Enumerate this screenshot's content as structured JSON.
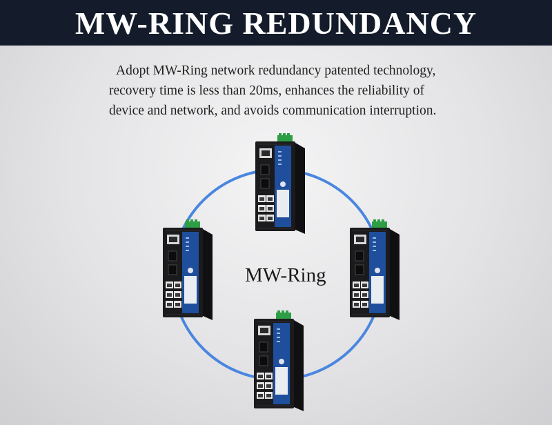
{
  "banner": {
    "title": "MW-RING REDUNDANCY"
  },
  "description": {
    "lines": [
      "Adopt MW-Ring network redundancy patented technology,",
      "recovery time is less than 20ms, enhances the reliability of",
      "device and network, and avoids communication interruption."
    ]
  },
  "diagram": {
    "ring_label": "MW-Ring",
    "ring_color": "#4a86e0",
    "device_body_color": "#1b1b1d",
    "device_panel_color": "#1f4e9c",
    "terminal_color": "#2e9e44",
    "switch_count": 4
  }
}
